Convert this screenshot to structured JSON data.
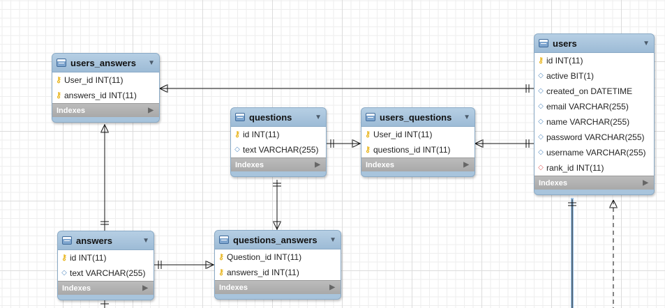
{
  "tables": {
    "users_answers": {
      "name": "users_answers",
      "columns": [
        {
          "text": "User_id INT(11)",
          "icon": "key"
        },
        {
          "text": "answers_id INT(11)",
          "icon": "key"
        }
      ]
    },
    "questions": {
      "name": "questions",
      "columns": [
        {
          "text": "id INT(11)",
          "icon": "key"
        },
        {
          "text": "text VARCHAR(255)",
          "icon": "diamond"
        }
      ]
    },
    "users_questions": {
      "name": "users_questions",
      "columns": [
        {
          "text": "User_id INT(11)",
          "icon": "key"
        },
        {
          "text": "questions_id INT(11)",
          "icon": "key"
        }
      ]
    },
    "users": {
      "name": "users",
      "columns": [
        {
          "text": "id INT(11)",
          "icon": "key"
        },
        {
          "text": "active BIT(1)",
          "icon": "diamond"
        },
        {
          "text": "created_on DATETIME",
          "icon": "diamond"
        },
        {
          "text": "email VARCHAR(255)",
          "icon": "diamond"
        },
        {
          "text": "name VARCHAR(255)",
          "icon": "diamond"
        },
        {
          "text": "password VARCHAR(255)",
          "icon": "diamond"
        },
        {
          "text": "username VARCHAR(255)",
          "icon": "diamond"
        },
        {
          "text": "rank_id INT(11)",
          "icon": "diamond-red"
        }
      ]
    },
    "answers": {
      "name": "answers",
      "columns": [
        {
          "text": "id INT(11)",
          "icon": "key"
        },
        {
          "text": "text VARCHAR(255)",
          "icon": "diamond"
        }
      ]
    },
    "questions_answers": {
      "name": "questions_answers",
      "columns": [
        {
          "text": "Question_id INT(11)",
          "icon": "key"
        },
        {
          "text": "answers_id INT(11)",
          "icon": "key"
        }
      ]
    }
  },
  "indexes_label": "Indexes",
  "colors": {
    "header": "#a8c4dc",
    "key": "#e8b41b",
    "diamond": "#5d92c4",
    "fk_diamond": "#e36a6a",
    "indexes_bar": "#b3b3b3",
    "line": "#111111",
    "highlight": "#7aaad8"
  }
}
